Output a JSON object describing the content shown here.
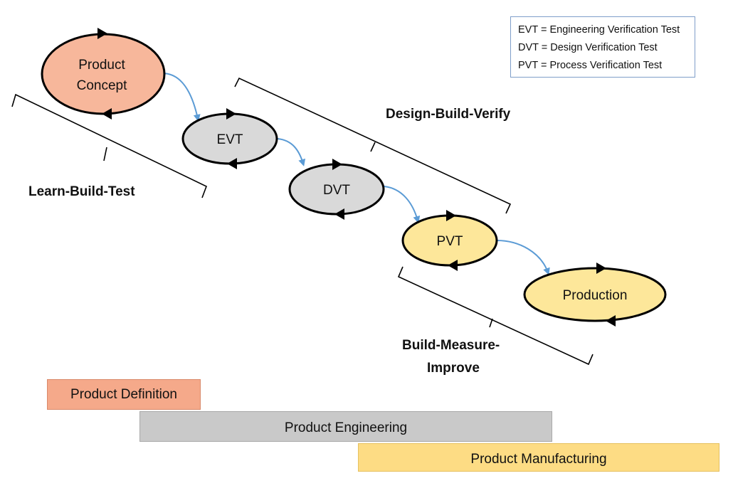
{
  "nodes": {
    "product_concept": {
      "line1": "Product",
      "line2": "Concept",
      "fill": "#f7b79b"
    },
    "evt": {
      "label": "EVT",
      "fill": "#d9d9d9"
    },
    "dvt": {
      "label": "DVT",
      "fill": "#d9d9d9"
    },
    "pvt": {
      "label": "PVT",
      "fill": "#fde79a"
    },
    "production": {
      "label": "Production",
      "fill": "#fde79a"
    }
  },
  "phases": {
    "learn_build_test": "Learn-Build-Test",
    "design_build_verify": "Design-Build-Verify",
    "build_measure_improve_line1": "Build-Measure-",
    "build_measure_improve_line2": "Improve"
  },
  "legend": {
    "evt": "EVT = Engineering Verification Test",
    "dvt": "DVT = Design Verification Test",
    "pvt": "PVT = Process Verification Test"
  },
  "bars": {
    "definition": "Product Definition",
    "engineering": "Product Engineering",
    "manufacturing": "Product Manufacturing"
  },
  "colors": {
    "connector": "#5b9bd5",
    "outline": "#000000"
  }
}
